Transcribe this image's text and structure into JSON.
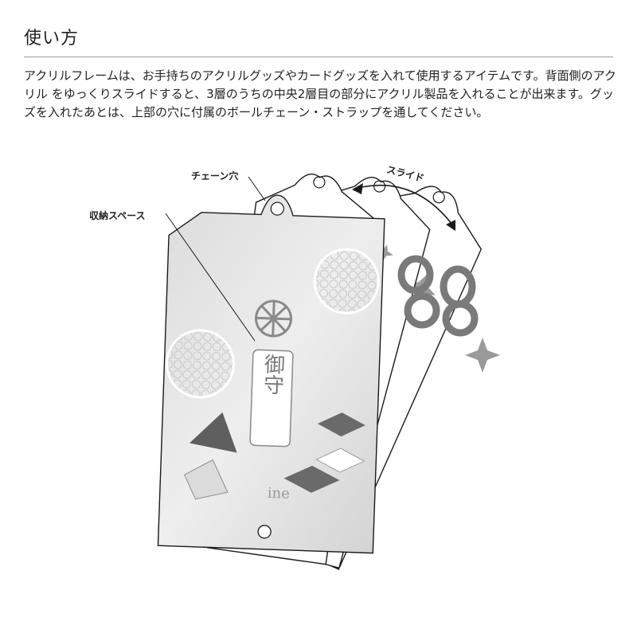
{
  "header": {
    "title": "使い方"
  },
  "description": "アクリルフレームは、お手持ちのアクリルグッズやカードグッズを入れて使用するアイテムです。背面側のアクリル をゆっくりスライドすると、3層のうちの中央2層目の部分にアクリル製品を入れることが出来ます。グッズを入れたあとは、上部の穴に付属のボールチェーン・ストラップを通してください。",
  "labels": {
    "chain_hole": "チェーン穴",
    "storage_space": "収納スペース",
    "slide": "スライド"
  },
  "product": {
    "charm_text": "御守",
    "logo_text": "ine"
  },
  "colors": {
    "outline": "#1a1a1a",
    "pattern_gray": "#9a9a9a",
    "dark_gray": "#5f5f5f",
    "light_gray": "#e6e6e6"
  }
}
